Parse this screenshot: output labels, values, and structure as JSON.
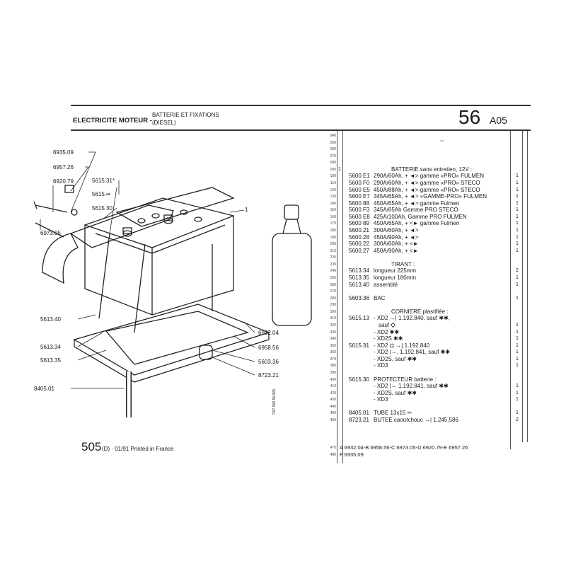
{
  "header": {
    "section": "ELECTRICITE MOTEUR -",
    "subtitle": "BATTERIE ET FIXATIONS",
    "subtitle2": "(DIESEL)",
    "group": "56",
    "subgroup": "A05"
  },
  "rows": [
    [
      "040",
      "",
      "",
      "",
      ""
    ],
    [
      "050",
      "",
      "",
      "",
      ""
    ],
    [
      "060",
      "",
      "",
      "",
      ""
    ],
    [
      "070",
      "",
      "",
      "",
      ""
    ],
    [
      "080",
      "",
      "",
      "",
      ""
    ],
    [
      "090",
      "1",
      "",
      "BATTERIE sans entretien, 12V :",
      ""
    ],
    [
      "100",
      "",
      "5600 E1",
      "290A/60Ah, + ◄> gamme «PRO» FULMEN",
      "1"
    ],
    [
      "110",
      "",
      "5600 F0",
      "290A/60Ah, + ◄> gamme «PRO» STECO",
      "1"
    ],
    [
      "120",
      "",
      "5600 E5",
      "450A/88Ah, + ◄> gamme «PRO» STECO",
      "1"
    ],
    [
      "130",
      "",
      "5600 E7",
      "345A/65Ah, + ◄> «GAMME-PRO» FULMEN",
      "1"
    ],
    [
      "140",
      "",
      "5600 88",
      "450A/65Ah, + ◄> gamme Fulmen",
      "1"
    ],
    [
      "150",
      "",
      "5600 F3",
      "345A/65Ah Gamme PRO STECO",
      "1"
    ],
    [
      "160",
      "",
      "5600 E8",
      "425A/100Ah, Gamme PRO FULMEN",
      "1"
    ],
    [
      "170",
      "",
      "5600 89",
      "450A/65Ah, + <► gamme Fulmen",
      "1"
    ],
    [
      "180",
      "",
      "5600.21",
      "300A/60Ah, + ◄>",
      "1"
    ],
    [
      "190",
      "",
      "5600.28",
      "450A/90Ah, + ◄>",
      "1"
    ],
    [
      "200",
      "",
      "5600.22",
      "300A/60Ah, + <►",
      "1"
    ],
    [
      "210",
      "",
      "5600.27",
      "450A/90Ah, + <►",
      "1"
    ],
    [
      "220",
      "",
      "",
      "",
      ""
    ],
    [
      "230",
      "",
      "",
      "TIRANT :",
      ""
    ],
    [
      "240",
      "",
      "5613.34",
      "longueur 225mm",
      "2"
    ],
    [
      "250",
      "",
      "5613.35",
      "longueur 180mm",
      "1"
    ],
    [
      "260",
      "",
      "5613.40",
      "assemblé",
      "1"
    ],
    [
      "270",
      "",
      "",
      "",
      ""
    ],
    [
      "280",
      "",
      "5603.36",
      "BAC",
      "1"
    ],
    [
      "290",
      "",
      "",
      "",
      ""
    ],
    [
      "300",
      "",
      "",
      "CORNIERE plastifiée :",
      ""
    ],
    [
      "310",
      "",
      "5615.13",
      "- XD2 →| 1.192.840, sauf ✱✱,",
      ""
    ],
    [
      "320",
      "",
      "",
      "sauf ⛭",
      "1"
    ],
    [
      "330",
      "",
      "",
      "- XD2 ✱✱",
      "1"
    ],
    [
      "340",
      "",
      "",
      "- XD2S ✱✱",
      "1"
    ],
    [
      "350",
      "",
      "5615.31",
      "- XD2 ⛭ →| 1.192.840",
      "1"
    ],
    [
      "360",
      "",
      "",
      "- XD2 |→, 1.192.841, sauf ✱✱",
      "1"
    ],
    [
      "370",
      "",
      "",
      "- XD2S, sauf ✱✱",
      "1"
    ],
    [
      "380",
      "",
      "",
      "- XD3",
      "1"
    ],
    [
      "390",
      "",
      "",
      "",
      ""
    ],
    [
      "400",
      "",
      "5615.30",
      "PROTECTEUR batterie :",
      ""
    ],
    [
      "410",
      "",
      "",
      "- XD2 |→ 1.192.841, sauf ✱✱",
      "1"
    ],
    [
      "420",
      "",
      "",
      "- XD2S, sauf ✱✱",
      "1"
    ],
    [
      "430",
      "",
      "",
      "- XD3",
      "1"
    ],
    [
      "440",
      "",
      "",
      "",
      ""
    ],
    [
      "450",
      "",
      "8405.01",
      "TUBE 13x15 ✂",
      "1"
    ],
    [
      "460",
      "",
      "8723.21",
      "BUTEE caoutchouc →| 1.245.586",
      "2"
    ]
  ],
  "footer_rows": [
    [
      "470",
      "A 6932.04-B 6958.56-C 6973.05-D 6920.79-E 6957.26"
    ],
    [
      "480",
      "F 6935.09"
    ]
  ],
  "footer": {
    "model": "505",
    "info": "(D) · 01/91 Printed in France",
    "vertical": "7/87 505 56 A05"
  },
  "callouts": [
    "6935.09",
    "6957.26",
    "6920.79",
    "5615.31*",
    "5615.••",
    "5615.30",
    "6973.05",
    "5613.40",
    "6932.04",
    "5613.34",
    "6958.56",
    "5613.35",
    "5603.36",
    "8723.21",
    "8405.01",
    "1"
  ]
}
